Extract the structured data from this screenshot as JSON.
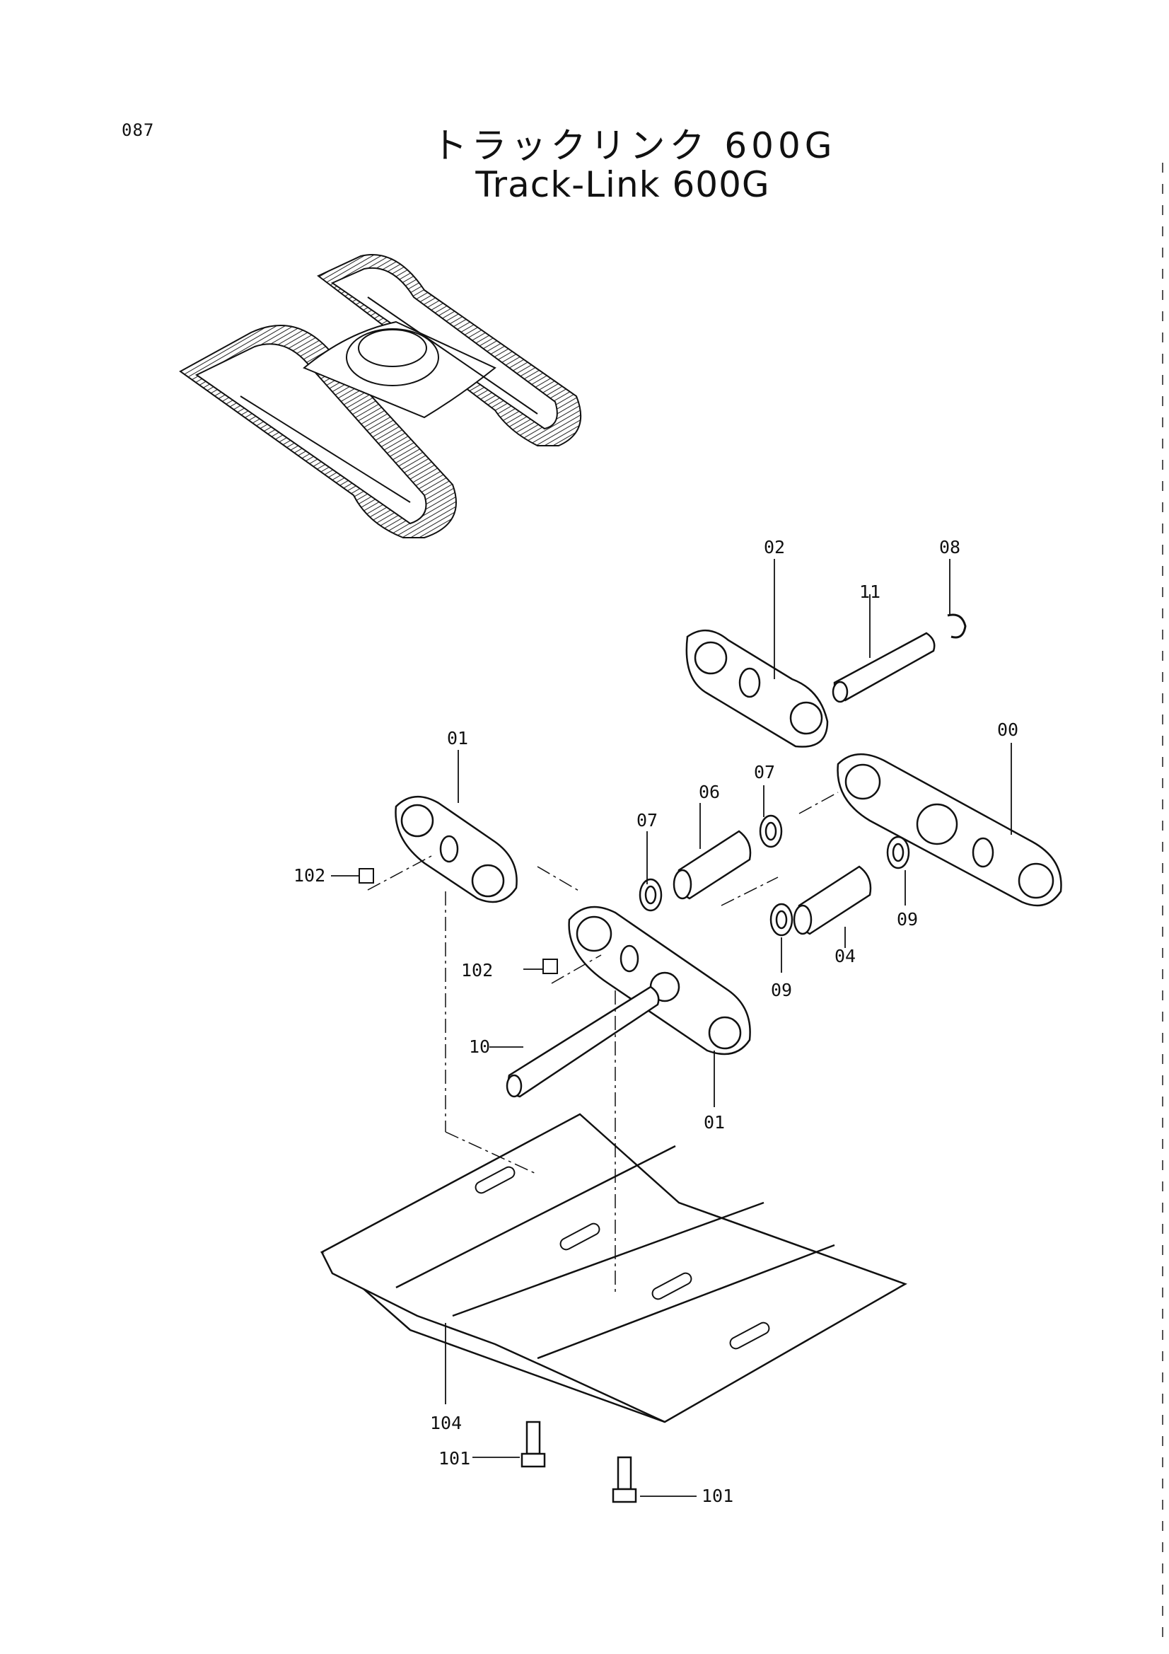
{
  "page": {
    "number": "087",
    "title_ja": "トラックリンク 600G",
    "title_en": "Track-Link  600G"
  },
  "callouts": {
    "c00": "00",
    "c01a": "01",
    "c01b": "01",
    "c02": "02",
    "c04": "04",
    "c06": "06",
    "c07a": "07",
    "c07b": "07",
    "c08": "08",
    "c09a": "09",
    "c09b": "09",
    "c10": "10",
    "c11": "11",
    "c101a": "101",
    "c101b": "101",
    "c102a": "102",
    "c102b": "102",
    "c104": "104"
  }
}
